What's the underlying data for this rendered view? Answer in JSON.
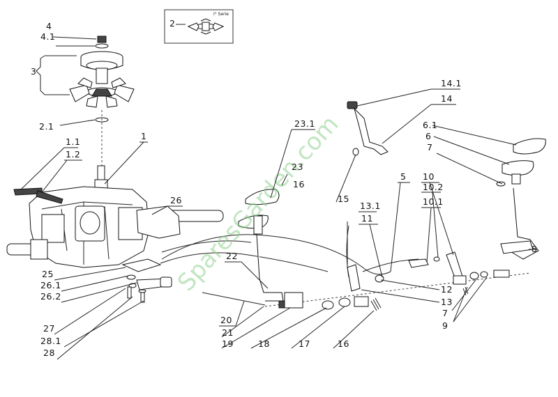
{
  "inset": {
    "number": "2",
    "caption": "I° Serie"
  },
  "watermark": "SparesGarden.com",
  "callouts": [
    {
      "id": "c-4",
      "text": "4"
    },
    {
      "id": "c-4-1",
      "text": "4.1"
    },
    {
      "id": "c-3",
      "text": "3"
    },
    {
      "id": "c-2-1",
      "text": "2.1"
    },
    {
      "id": "c-1",
      "text": "1"
    },
    {
      "id": "c-1-1",
      "text": "1.1"
    },
    {
      "id": "c-1-2",
      "text": "1.2"
    },
    {
      "id": "c-26",
      "text": "26"
    },
    {
      "id": "c-25",
      "text": "25"
    },
    {
      "id": "c-26-1",
      "text": "26.1"
    },
    {
      "id": "c-26-2",
      "text": "26.2"
    },
    {
      "id": "c-27",
      "text": "27"
    },
    {
      "id": "c-28-1",
      "text": "28.1"
    },
    {
      "id": "c-28",
      "text": "28"
    },
    {
      "id": "c-23-1",
      "text": "23.1"
    },
    {
      "id": "c-23",
      "text": "23"
    },
    {
      "id": "c-16a",
      "text": "16"
    },
    {
      "id": "c-22",
      "text": "22"
    },
    {
      "id": "c-20",
      "text": "20"
    },
    {
      "id": "c-21",
      "text": "21"
    },
    {
      "id": "c-19",
      "text": "19"
    },
    {
      "id": "c-18",
      "text": "18"
    },
    {
      "id": "c-17",
      "text": "17"
    },
    {
      "id": "c-16b",
      "text": "16"
    },
    {
      "id": "c-15",
      "text": "15"
    },
    {
      "id": "c-13-1",
      "text": "13.1"
    },
    {
      "id": "c-11",
      "text": "11"
    },
    {
      "id": "c-5",
      "text": "5"
    },
    {
      "id": "c-14-1",
      "text": "14.1"
    },
    {
      "id": "c-14",
      "text": "14"
    },
    {
      "id": "c-6-1",
      "text": "6.1"
    },
    {
      "id": "c-6",
      "text": "6"
    },
    {
      "id": "c-7a",
      "text": "7"
    },
    {
      "id": "c-10",
      "text": "10"
    },
    {
      "id": "c-10-2",
      "text": "10.2"
    },
    {
      "id": "c-10-1",
      "text": "10.1"
    },
    {
      "id": "c-8",
      "text": "8"
    },
    {
      "id": "c-12",
      "text": "12"
    },
    {
      "id": "c-13",
      "text": "13"
    },
    {
      "id": "c-7b",
      "text": "7"
    },
    {
      "id": "c-9",
      "text": "9"
    }
  ]
}
